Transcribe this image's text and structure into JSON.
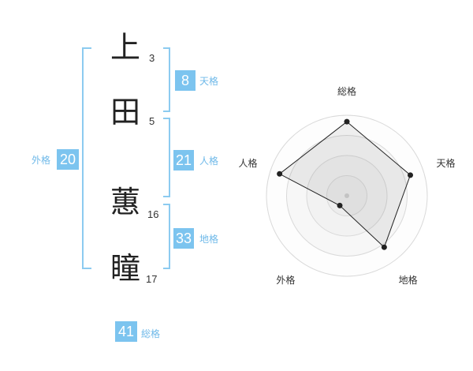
{
  "name_chars": [
    {
      "char": "上",
      "strokes": "3"
    },
    {
      "char": "田",
      "strokes": "5"
    },
    {
      "char": "蕙",
      "strokes": "16"
    },
    {
      "char": "瞳",
      "strokes": "17"
    }
  ],
  "fortunes": {
    "tenkaku": {
      "label": "天格",
      "value": "8"
    },
    "jinkaku": {
      "label": "人格",
      "value": "21"
    },
    "chikaku": {
      "label": "地格",
      "value": "33"
    },
    "gaikaku": {
      "label": "外格",
      "value": "20"
    },
    "soukaku": {
      "label": "総格",
      "value": "41"
    }
  },
  "accent_color": "#7cc4ef",
  "chart_data": {
    "type": "radar",
    "categories": [
      "総格",
      "天格",
      "地格",
      "外格",
      "人格"
    ],
    "values": [
      0.92,
      0.83,
      0.79,
      0.15,
      0.88
    ],
    "range": [
      0,
      1
    ],
    "rings": 4,
    "grid": true
  }
}
